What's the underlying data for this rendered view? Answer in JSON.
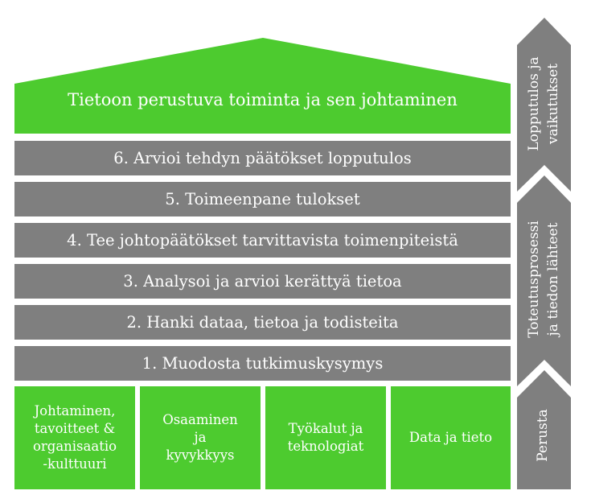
{
  "colors": {
    "green": "#4dcb2f",
    "gray": "#7f7f7f",
    "text": "#ffffff",
    "background": "#ffffff"
  },
  "roof": {
    "label": "Tietoon perustuva toiminta ja sen johtaminen"
  },
  "steps": [
    {
      "label": "6. Arvioi tehdyn päätökset lopputulos"
    },
    {
      "label": "5. Toimeenpane tulokset"
    },
    {
      "label": "4. Tee johtopäätökset tarvittavista toimenpiteistä"
    },
    {
      "label": "3. Analysoi ja arvioi kerättyä tietoa"
    },
    {
      "label": "2. Hanki dataa, tietoa ja todisteita"
    },
    {
      "label": "1. Muodosta tutkimuskysymys"
    }
  ],
  "pillars": [
    {
      "label": "Johtaminen,\ntavoitteet &\norganisaatio\n-kulttuuri"
    },
    {
      "label": "Osaaminen\nja\nkyvykkyys"
    },
    {
      "label": "Työkalut ja\nteknologiat"
    },
    {
      "label": "Data ja tieto"
    }
  ],
  "side_arrows": [
    {
      "label": "Lopputulos ja\nvaikutukset"
    },
    {
      "label": "Toteutusprosessi\nja tiedon lähteet"
    },
    {
      "label": "Perusta"
    }
  ]
}
